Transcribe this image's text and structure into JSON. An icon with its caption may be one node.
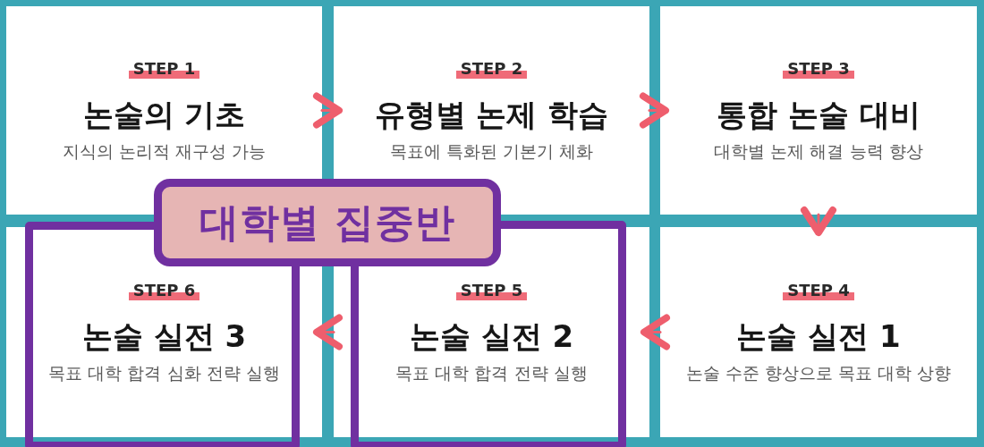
{
  "diagram": {
    "nodes": [
      {
        "text": [
          "STEP 1",
          "논술의 기초",
          "지식의 논리적 재구성 가능"
        ]
      },
      {
        "text": [
          "STEP 2",
          "유형별 논제 학습",
          "목표에 특화된 기본기 체화"
        ]
      },
      {
        "text": [
          "STEP 3",
          "통합 논술 대비",
          "대학별 논제 해결 능력 향상"
        ]
      },
      {
        "text": [
          "STEP 4",
          "논술 실전 1",
          "논술 수준 향상으로 목표 대학 상향"
        ]
      },
      {
        "text": [
          "STEP 5",
          "논술 실전 2",
          "목표 대학 합격 전략 실행"
        ]
      },
      {
        "text": [
          "STEP 6",
          "논술 실전 3",
          "목표 대학 합격 심화 전략 실행"
        ]
      },
      {
        "text": [
          "대학별 집중반"
        ]
      }
    ],
    "edges": [
      {
        "from": 0,
        "to": 1,
        "arrow": "to"
      },
      {
        "from": 1,
        "to": 2,
        "arrow": "to"
      },
      {
        "from": 2,
        "to": 3,
        "arrow": "to"
      },
      {
        "from": 3,
        "to": 4,
        "arrow": "to"
      },
      {
        "from": 4,
        "to": 5,
        "arrow": "to"
      }
    ]
  }
}
